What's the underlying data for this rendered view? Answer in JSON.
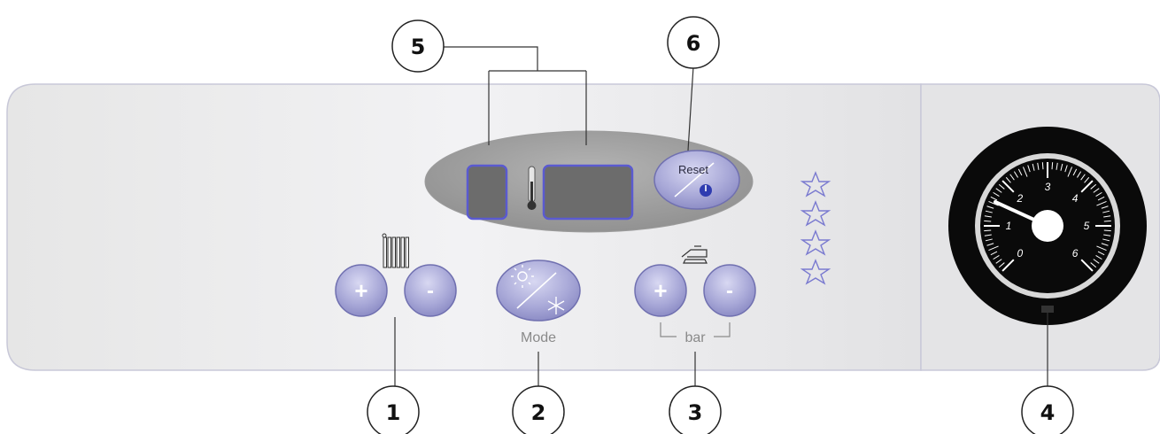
{
  "callouts": [
    "1",
    "2",
    "3",
    "4",
    "5",
    "6"
  ],
  "buttons": {
    "heating_plus": "+",
    "heating_minus": "-",
    "dhw_plus": "+",
    "dhw_minus": "-",
    "reset": "Reset"
  },
  "labels": {
    "mode": "Mode",
    "bar": "bar"
  },
  "gauge": {
    "scale": [
      "0",
      "1",
      "2",
      "3",
      "4",
      "5",
      "6"
    ]
  },
  "rating_stars": 4,
  "colors": {
    "button_fill": "#a9a9d8",
    "panel": "#e8e8ec",
    "display": "#6c6c6c",
    "display_border": "#5a5ad0"
  }
}
